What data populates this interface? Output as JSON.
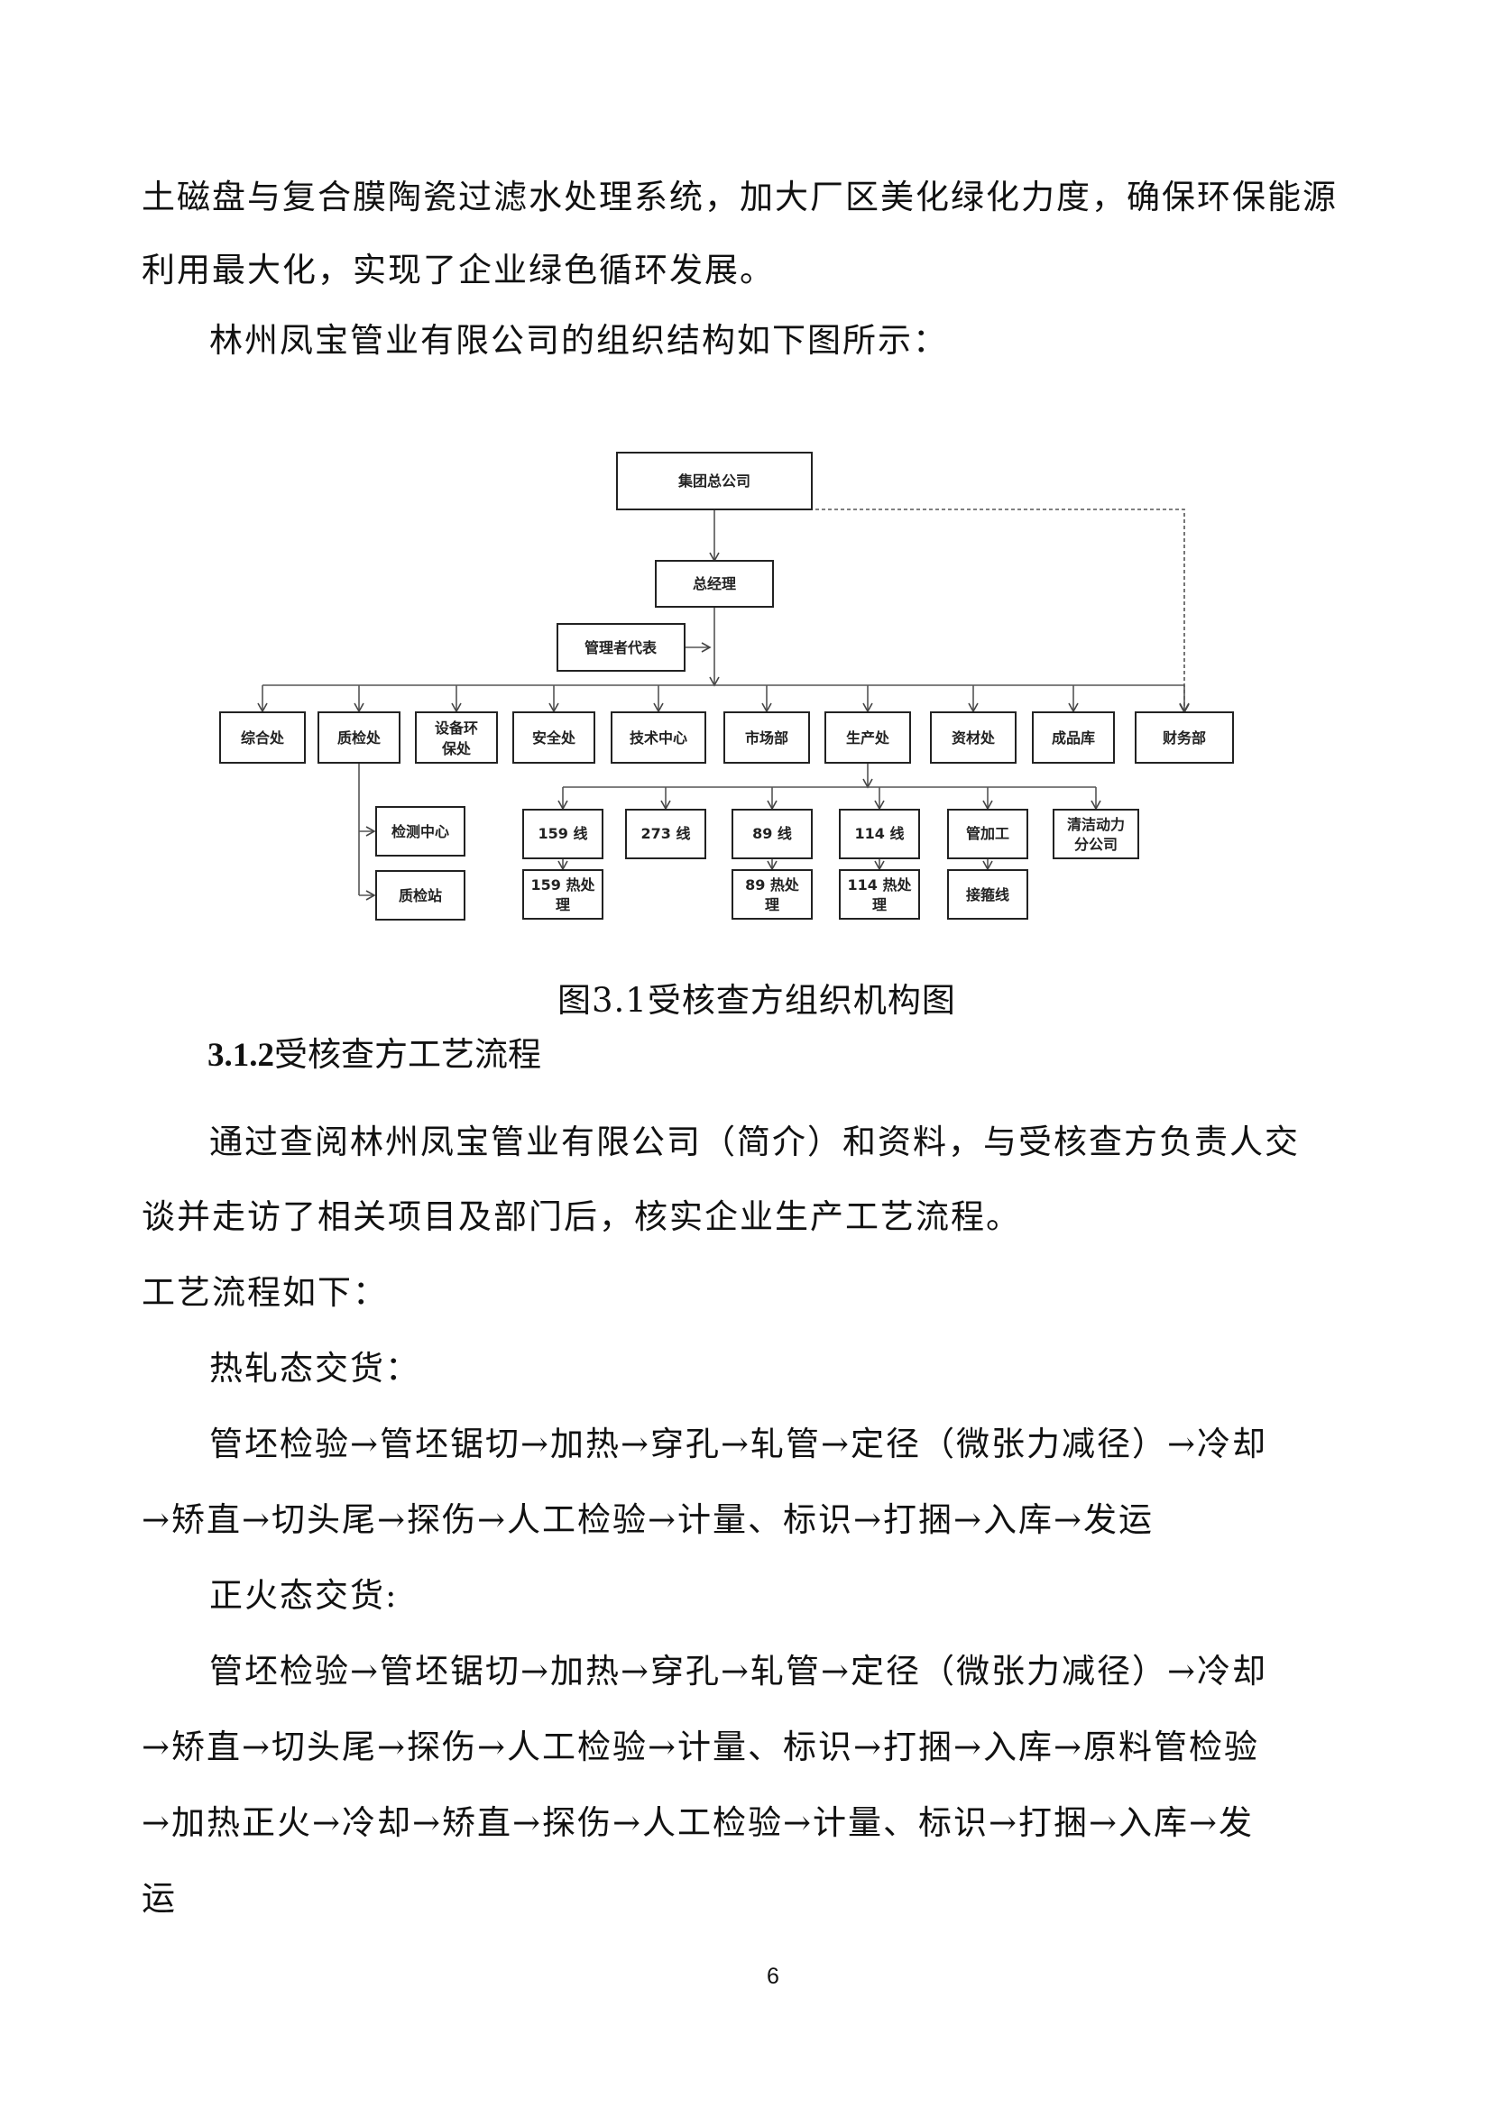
{
  "paragraphs": {
    "p1_line1": "土磁盘与复合膜陶瓷过滤水处理系统，加大厂区美化绿化力度，确保环保能源",
    "p1_line2": "利用最大化，实现了企业绿色循环发展。",
    "p2": "林州凤宝管业有限公司的组织结构如下图所示："
  },
  "org_chart": {
    "top": "集团总公司",
    "gm": "总经理",
    "rep": "管理者代表",
    "departments": [
      "综合处",
      "质检处",
      "设备环",
      "保处",
      "安全处",
      "技术中心",
      "市场部",
      "生产处",
      "资材处",
      "成品库",
      "财务部"
    ],
    "qc_subs": [
      "检测中心",
      "质检站"
    ],
    "lines": [
      "159 线",
      "273 线",
      "89 线",
      "114 线",
      "管加工",
      "清洁动力",
      "分公司"
    ],
    "heat": [
      "159 热处",
      "理",
      "89 热处",
      "理",
      "114 热处",
      "理",
      "接箍线"
    ]
  },
  "figure_caption": "图3.1受核查方组织机构图",
  "section": {
    "number": "3.1.2",
    "title": "受核查方工艺流程"
  },
  "body": {
    "p3_line1": "通过查阅林州凤宝管业有限公司（简介）和资料，与受核查方负责人交",
    "p3_line2": "谈并走访了相关项目及部门后，核实企业生产工艺流程。",
    "p4": "工艺流程如下：",
    "hot_title": "热轧态交货：",
    "hot_line1": "管坯检验→管坯锯切→加热→穿孔→轧管→定径（微张力减径）→冷却",
    "hot_line2": "→矫直→切头尾→探伤→人工检验→计量、标识→打捆→入库→发运",
    "norm_title": "正火态交货:",
    "norm_line1": "管坯检验→管坯锯切→加热→穿孔→轧管→定径（微张力减径）→冷却",
    "norm_line2": "→矫直→切头尾→探伤→人工检验→计量、标识→打捆→入库→原料管检验",
    "norm_line3": "→加热正火→冷却→矫直→探伤→人工检验→计量、标识→打捆→入库→发",
    "norm_line4": "运"
  },
  "page_number": "6"
}
